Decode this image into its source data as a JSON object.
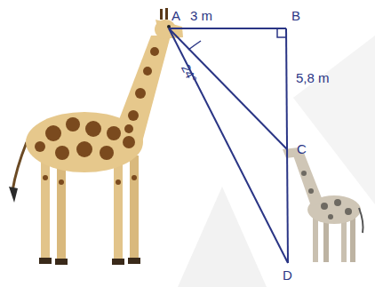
{
  "diagram": {
    "labels": [
      "A",
      "3 m",
      "B",
      "5,8 m",
      "C",
      "24°",
      "D"
    ]
  }
}
